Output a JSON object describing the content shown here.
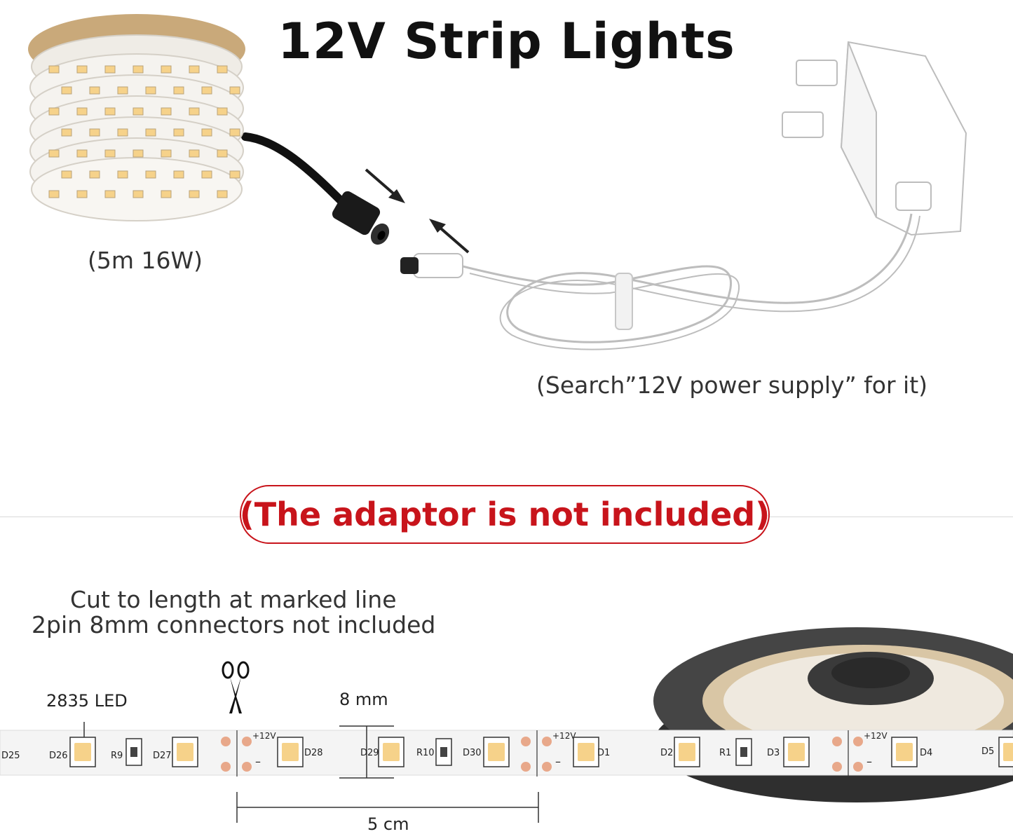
{
  "title": "12V Strip Lights",
  "strip_caption": "(5m 16W)",
  "power_caption": "(Search”12V power supply” for it)",
  "notice": "(The adaptor is not included)",
  "cut_note": {
    "line1": "Cut to length at marked line",
    "line2": "2pin 8mm connectors not included"
  },
  "labels": {
    "led": "2835 LED",
    "width": "8 mm",
    "segment": "5 cm"
  },
  "strip_marks": {
    "plus": "+12V",
    "minus": "–",
    "parts": [
      "D25",
      "D26",
      "R9",
      "D27",
      "D28",
      "D29",
      "R10",
      "D30",
      "D1",
      "D2",
      "R1",
      "D3",
      "D4",
      "D5"
    ]
  },
  "colors": {
    "accent_red": "#c8141b",
    "led_yellow": "#f6d28a",
    "pad_copper": "#e8a88a",
    "reel_dark": "#3a3a3a"
  },
  "icons": [
    "scissors-icon",
    "arrow-in-icon",
    "arrow-out-icon",
    "plug-adapter-icon"
  ]
}
